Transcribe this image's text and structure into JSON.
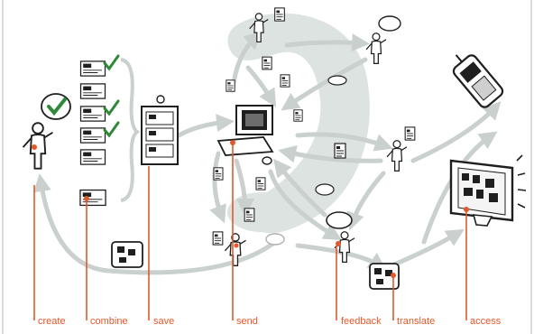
{
  "steps": [
    {
      "id": "create",
      "label": "create"
    },
    {
      "id": "combine",
      "label": "combine"
    },
    {
      "id": "save",
      "label": "save"
    },
    {
      "id": "send",
      "label": "send"
    },
    {
      "id": "feedback",
      "label": "feedback"
    },
    {
      "id": "translate",
      "label": "translate"
    },
    {
      "id": "access",
      "label": "access"
    }
  ],
  "colors": {
    "accent": "#e2582a",
    "arrow": "#c9d0cd",
    "blob": "#dde3e0",
    "ink": "#1f1f1f",
    "frame": "#b9b9b9"
  },
  "icons": [
    "person-icon",
    "speech-bubble-icon",
    "checkmark-icon",
    "document-icon",
    "form-stack-icon",
    "cabinet-icon",
    "computer-icon",
    "keyboard-icon",
    "mouse-icon",
    "mobile-phone-icon",
    "display-screen-icon",
    "globe-icon",
    "flow-arrow-icon"
  ]
}
